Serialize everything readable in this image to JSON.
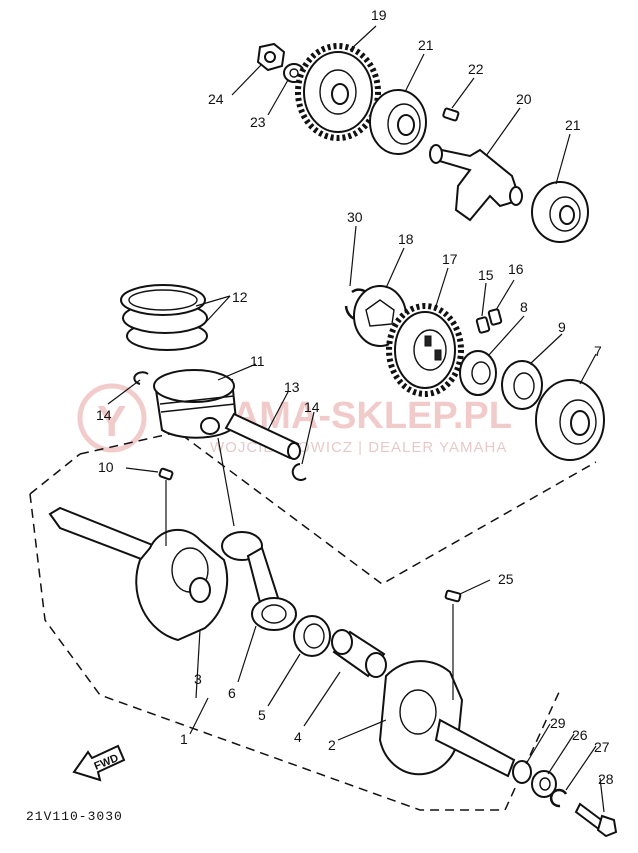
{
  "diagram": {
    "part_numbers": [
      "1",
      "2",
      "3",
      "4",
      "5",
      "6",
      "7",
      "8",
      "9",
      "10",
      "11",
      "12",
      "13",
      "14",
      "14",
      "15",
      "16",
      "17",
      "18",
      "19",
      "20",
      "21",
      "21",
      "22",
      "23",
      "24",
      "25",
      "26",
      "27",
      "28",
      "29",
      "30"
    ],
    "diagram_code": "21V110-3030",
    "fwd_label": "FWD"
  },
  "watermark": {
    "title": "YAMA-SKLEP.PL",
    "subtitle": "WOJCIECHOWICZ | DEALER YAMAHA",
    "logo_letter": "Y",
    "color": "#d96a6a"
  }
}
